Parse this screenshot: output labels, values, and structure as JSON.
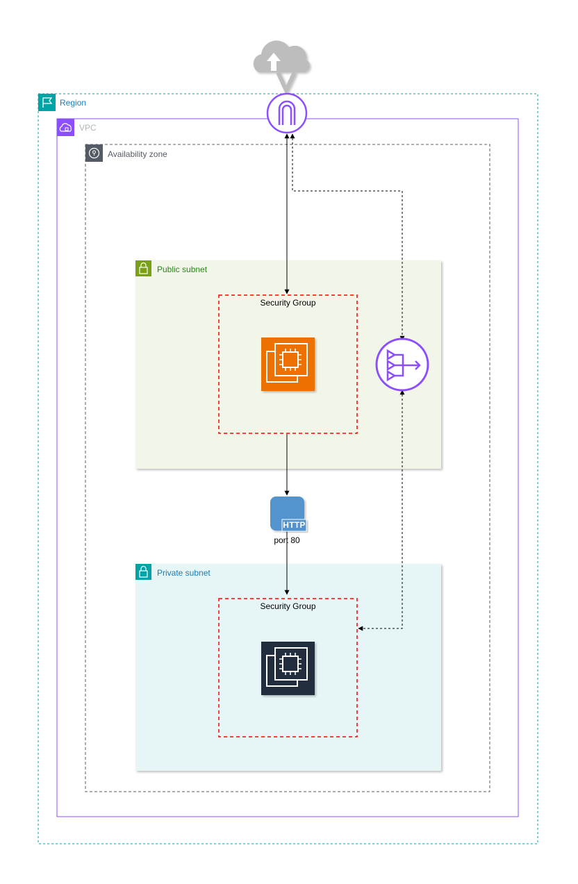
{
  "diagram": {
    "region": {
      "label": "Region",
      "color": "#00A4A6"
    },
    "vpc": {
      "label": "VPC",
      "color": "#8C4FFF"
    },
    "availability_zone": {
      "label": "Availability zone",
      "color": "#545B64"
    },
    "public_subnet": {
      "label": "Public subnet",
      "color": "#7AA116",
      "fill": "#F2F6E8"
    },
    "private_subnet": {
      "label": "Private subnet",
      "color": "#00A4A6",
      "fill": "#E6F6F7"
    },
    "security_group_public": {
      "label": "Security Group",
      "border_color": "#FF0000"
    },
    "security_group_private": {
      "label": "Security Group",
      "border_color": "#FF0000"
    },
    "http_endpoint": {
      "badge": "HTTP",
      "caption": "port 80",
      "color": "#5294CF"
    },
    "icons": {
      "internet": "internet-cloud-icon",
      "internet_gateway": "internet-gateway-icon",
      "nat_gateway": "nat-gateway-icon",
      "ec2_public": "ec2-instance-icon",
      "ec2_private": "ec2-instance-icon"
    },
    "colors": {
      "ec2_public": "#ED7100",
      "ec2_private": "#232F3E",
      "gateway": "#8C4FFF",
      "cloud": "#BDBDBD"
    }
  }
}
